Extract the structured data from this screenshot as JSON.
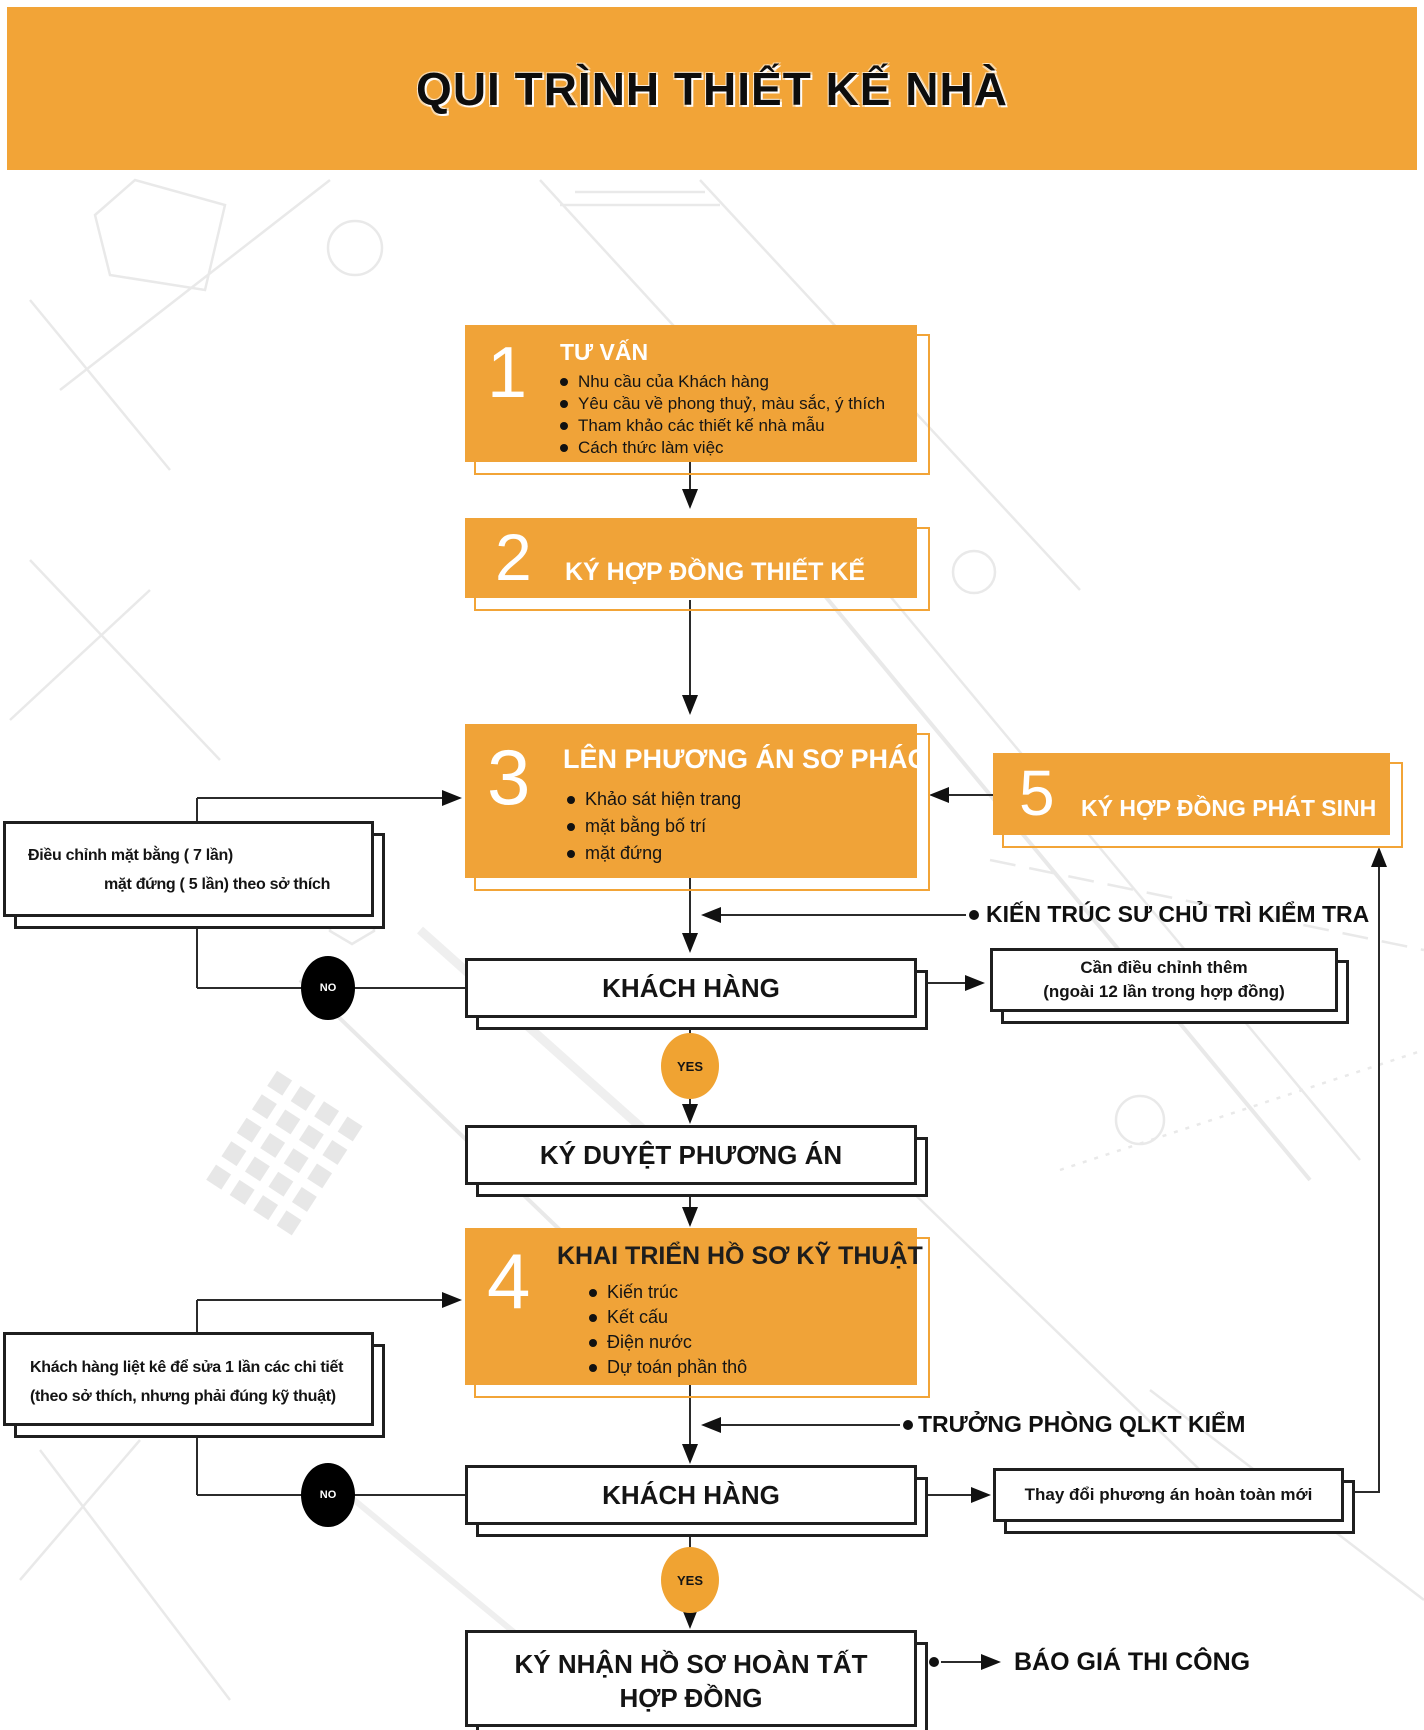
{
  "header": {
    "title": "QUI TRÌNH THIẾT KẾ NHÀ"
  },
  "steps": {
    "step1": {
      "number": "1",
      "title": "TƯ VẤN",
      "bullets": [
        "Nhu cầu của Khách hàng",
        "Yêu cầu về phong thuỷ, màu sắc, ý thích",
        "Tham khảo các thiết kế nhà mẫu",
        "Cách thức làm việc"
      ]
    },
    "step2": {
      "number": "2",
      "title": "KÝ HỢP ĐỒNG THIẾT KẾ"
    },
    "step3": {
      "number": "3",
      "title": "LÊN PHƯƠNG ÁN SƠ PHÁC",
      "bullets": [
        "Khảo sát hiện trang",
        "mặt bằng bố trí",
        "mặt đứng"
      ]
    },
    "step4": {
      "number": "4",
      "title": "KHAI TRIỂN HỒ SƠ KỸ THUẬT",
      "bullets": [
        "Kiến trúc",
        "Kết cấu",
        "Điện nước",
        "Dự toán phần thô"
      ]
    },
    "step5": {
      "number": "5",
      "title": "KÝ HỢP ĐỒNG PHÁT SINH"
    }
  },
  "nodes": {
    "customer1": "KHÁCH HÀNG",
    "approve": "KÝ DUYỆT PHƯƠNG ÁN",
    "customer2": "KHÁCH HÀNG",
    "final_line1": "KÝ NHẬN HỒ SƠ HOÀN TẤT",
    "final_line2": "HỢP ĐỒNG"
  },
  "notes": {
    "adjust_line1": "Điều chỉnh  mặt bằng ( 7 lần)",
    "adjust_line2": "mặt đứng ( 5 lần) theo sở thích",
    "extra_line1": "Cần điều chỉnh thêm",
    "extra_line2": "(ngoài 12 lần trong hợp đồng)",
    "list_line1": "Khách hàng liệt kê để sửa 1 lần các chi tiết",
    "list_line2": "(theo sở thích, nhưng phải đúng kỹ thuật)",
    "change_plan": "Thay đổi phương án hoàn toàn mới"
  },
  "labels": {
    "architect_check": "KIẾN TRÚC SƯ CHỦ TRÌ KIỂM TRA",
    "qlkt_check": "TRƯỞNG PHÒNG QLKT KIỂM",
    "quote": "BÁO GIÁ THI CÔNG",
    "no1": "NO",
    "yes1": "YES",
    "no2": "NO",
    "yes2": "YES"
  },
  "colors": {
    "banner_orange": "#F2A437",
    "box_orange": "#F0A338",
    "yes_fill": "#F0A332",
    "no_fill": "#000000",
    "line": "#2B2B2B",
    "box_border": "#1F1F1F",
    "blueprint_gray": "#E9E9E9"
  }
}
